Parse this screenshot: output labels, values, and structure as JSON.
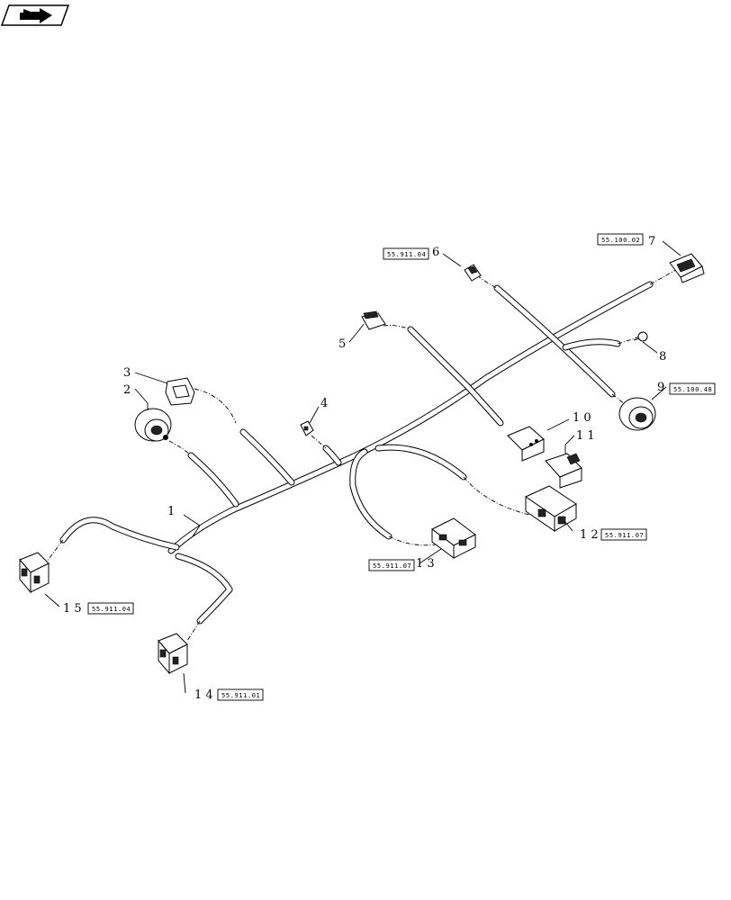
{
  "nav_icon": {
    "name": "next-page-arrow-icon"
  },
  "callouts": {
    "c1": "1",
    "c2": "2",
    "c3": "3",
    "c4": "4",
    "c5": "5",
    "c6": "6",
    "c7": "7",
    "c8": "8",
    "c9": "9",
    "c10": "1 0",
    "c11": "1 1",
    "c12": "1 2",
    "c13": "1 3",
    "c14": "1 4",
    "c15": "1 5"
  },
  "references": {
    "r6": "55.911.04",
    "r7": "55.100.02",
    "r9": "55.100.48",
    "r12": "55.911.07",
    "r13": "55.911.07",
    "r14": "55.911.01",
    "r15": "55.911.04"
  }
}
